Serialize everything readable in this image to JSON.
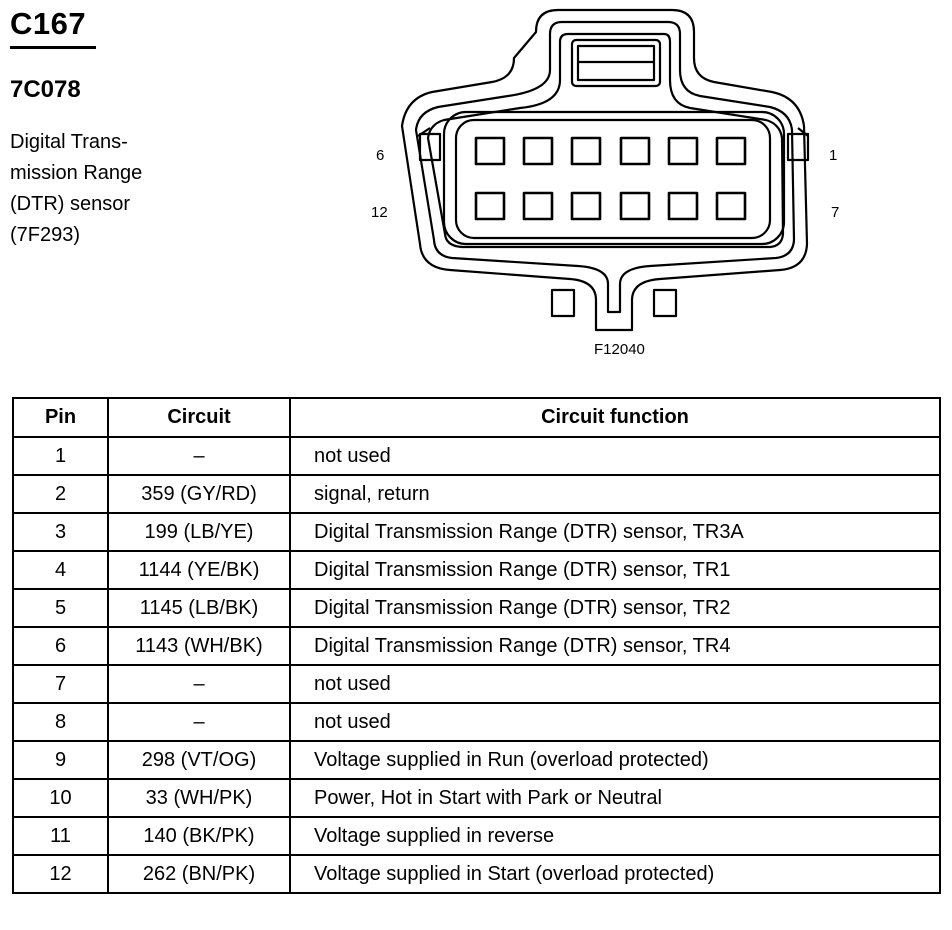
{
  "connector": {
    "id": "C167",
    "part_number": "7C078",
    "description_lines": [
      "Digital Trans-",
      "mission Range",
      "(DTR) sensor",
      "(7F293)"
    ]
  },
  "diagram": {
    "pin_labels": {
      "top_left": "6",
      "bottom_left": "12",
      "top_right": "1",
      "bottom_right": "7"
    },
    "figure_id": "F12040"
  },
  "table": {
    "headers": {
      "pin": "Pin",
      "circuit": "Circuit",
      "function": "Circuit function"
    },
    "rows": [
      {
        "pin": "1",
        "circuit": "–",
        "function": "not used"
      },
      {
        "pin": "2",
        "circuit": "359 (GY/RD)",
        "function": "signal, return"
      },
      {
        "pin": "3",
        "circuit": "199 (LB/YE)",
        "function": "Digital Transmission Range (DTR) sensor, TR3A"
      },
      {
        "pin": "4",
        "circuit": "1144 (YE/BK)",
        "function": "Digital Transmission Range (DTR) sensor, TR1"
      },
      {
        "pin": "5",
        "circuit": "1145 (LB/BK)",
        "function": "Digital Transmission Range (DTR) sensor, TR2"
      },
      {
        "pin": "6",
        "circuit": "1143 (WH/BK)",
        "function": "Digital Transmission Range (DTR) sensor, TR4"
      },
      {
        "pin": "7",
        "circuit": "–",
        "function": "not used"
      },
      {
        "pin": "8",
        "circuit": "–",
        "function": "not used"
      },
      {
        "pin": "9",
        "circuit": "298 (VT/OG)",
        "function": "Voltage supplied in Run (overload protected)"
      },
      {
        "pin": "10",
        "circuit": "33 (WH/PK)",
        "function": "Power, Hot in Start with Park or Neutral"
      },
      {
        "pin": "11",
        "circuit": "140 (BK/PK)",
        "function": "Voltage supplied in reverse"
      },
      {
        "pin": "12",
        "circuit": "262 (BN/PK)",
        "function": "Voltage supplied in Start (overload protected)"
      }
    ]
  }
}
